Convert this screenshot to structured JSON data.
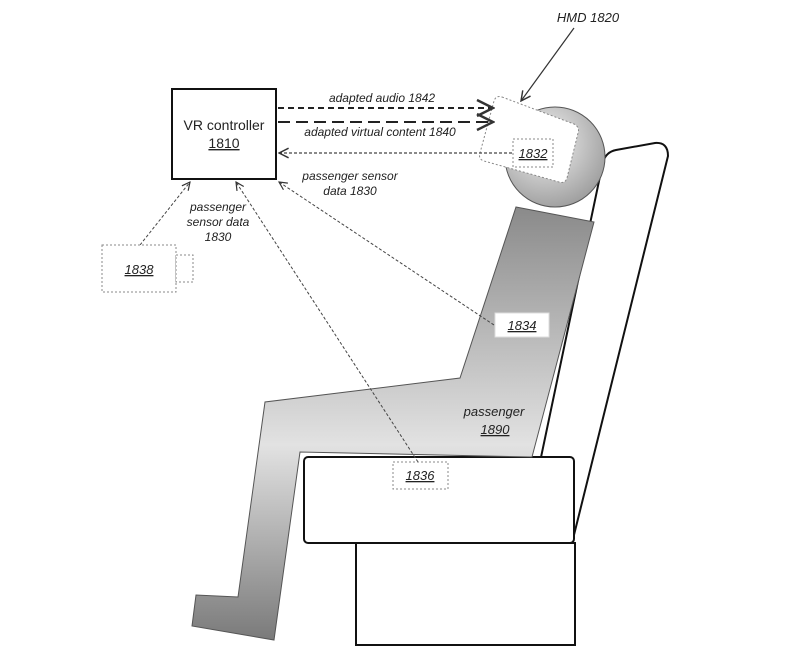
{
  "vr_controller": {
    "name": "VR controller",
    "ref": "1810"
  },
  "hmd": {
    "label": "HMD 1820",
    "sensor_ref": "1832"
  },
  "signals": {
    "audio": "adapted audio 1842",
    "content": "adapted virtual content 1840",
    "sensor_right_line1": "passenger sensor",
    "sensor_right_line2": "data 1830",
    "sensor_left_line1": "passenger",
    "sensor_left_line2": "sensor data",
    "sensor_left_line3": "1830"
  },
  "sensors": {
    "camera": "1838",
    "seatback": "1834",
    "seat": "1836"
  },
  "passenger": {
    "label": "passenger",
    "ref": "1890"
  }
}
